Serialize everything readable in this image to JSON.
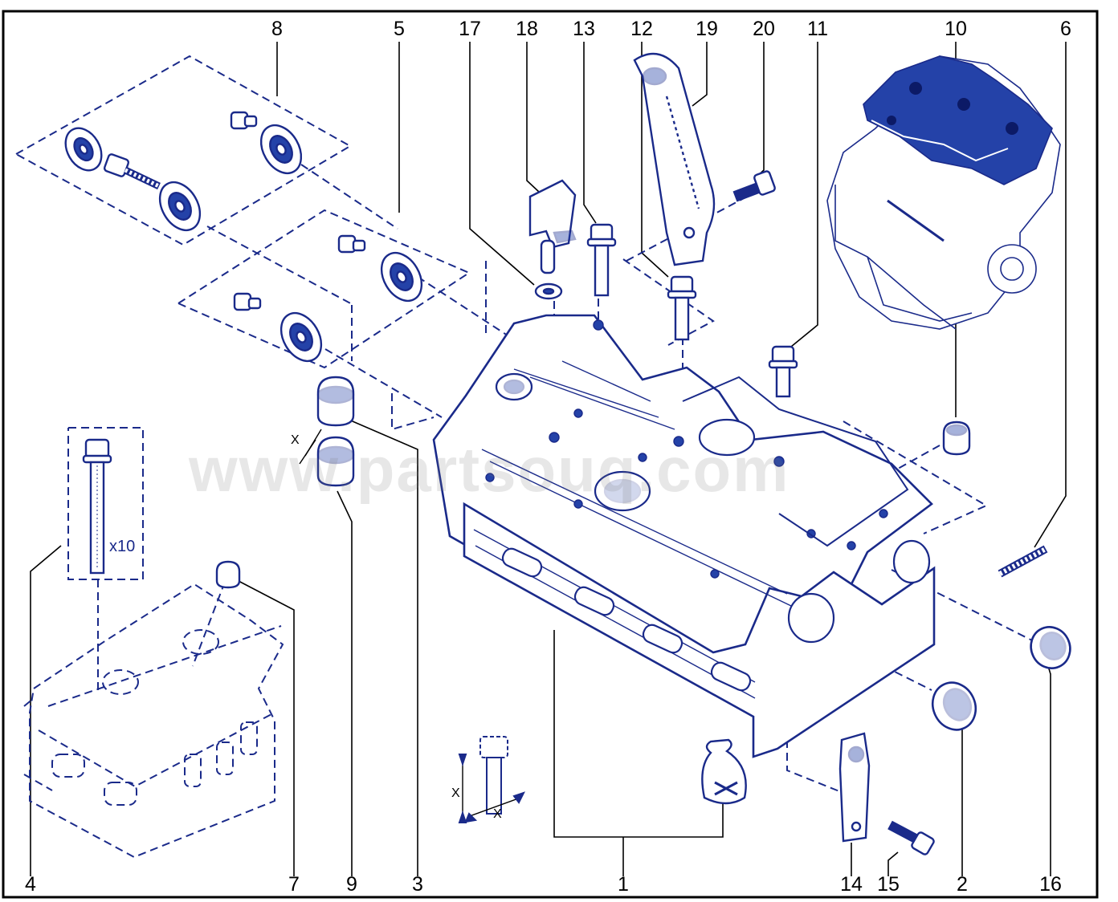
{
  "diagram": {
    "watermark": "www.partsouq.com",
    "colors": {
      "line": "#1a2a8a",
      "fill": "#2442a8",
      "dark": "#0c1a66",
      "leader": "#000000"
    },
    "callouts_top": [
      "8",
      "5",
      "17",
      "18",
      "13",
      "12",
      "19",
      "20",
      "11",
      "10",
      "6"
    ],
    "callouts_bottom": [
      "4",
      "7",
      "9",
      "3",
      "1",
      "14",
      "15",
      "2",
      "16"
    ],
    "inset_labels": {
      "bolt_count": "x10",
      "dim_a": "X",
      "dim_b": "X",
      "dim_c": "X"
    }
  }
}
